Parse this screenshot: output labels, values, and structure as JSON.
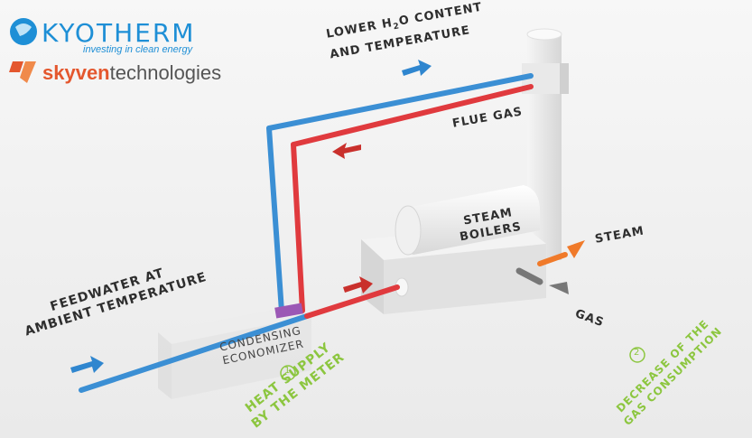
{
  "logos": {
    "kyotherm": {
      "name": "KYOTHERM",
      "tagline": "investing in clean energy",
      "color": "#1e8fd6"
    },
    "skyven": {
      "bold": "skyven",
      "rest": "technologies",
      "color": "#e4572e"
    }
  },
  "labels": {
    "lower_h2o_1_pre": "LOWER H",
    "lower_h2o_1_sub": "2",
    "lower_h2o_1_post": "O CONTENT",
    "lower_h2o_2": "AND TEMPERATURE",
    "flue_gas": "FLUE GAS",
    "steam_boilers_1": "STEAM",
    "steam_boilers_2": "BOILERS",
    "steam": "STEAM",
    "gas": "GAS",
    "feedwater_1": "FEEDWATER AT",
    "feedwater_2": "AMBIENT TEMPERATURE",
    "economizer_1": "CONDENSING",
    "economizer_2": "ECONOMIZER"
  },
  "benefits": [
    {
      "number": "1",
      "line1": "HEAT SUPPLY",
      "line2": "BY THE METER"
    },
    {
      "number": "2",
      "line1": "DECREASE OF THE",
      "line2": "GAS CONSUMPTION"
    }
  ],
  "colors": {
    "cold_pipe": "#3b8fd4",
    "hot_pipe": "#e03a3e",
    "arrow_blue": "#2f86cf",
    "arrow_red": "#c9302c",
    "steam_arrow": "#f07a2a",
    "gas_arrow": "#777777",
    "benefit_green": "#8cc63f"
  }
}
